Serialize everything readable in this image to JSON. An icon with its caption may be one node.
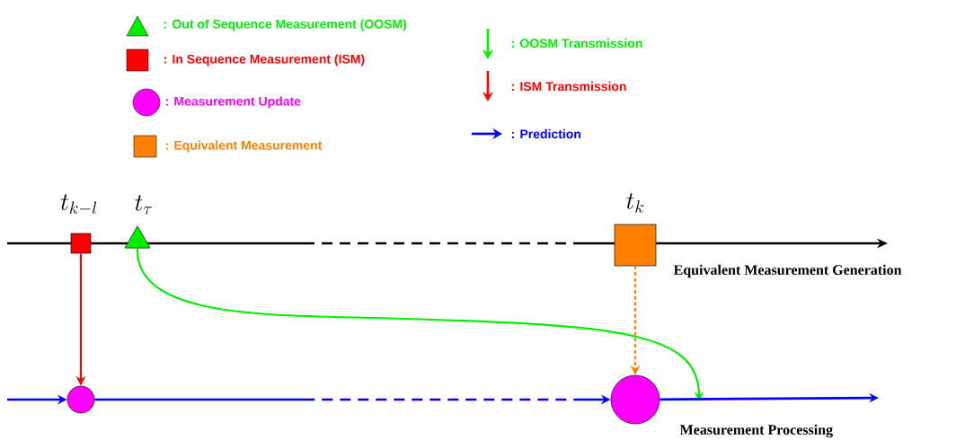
{
  "diagram": {
    "nodes": [
      {
        "text": [],
        "shape": "box",
        "beside": [
          "t_{k-l}"
        ]
      },
      {
        "text": [],
        "shape": "triangle",
        "beside": [
          "t_\\tau"
        ]
      },
      {
        "text": [],
        "shape": "box",
        "beside": [
          "t_k"
        ]
      },
      {
        "text": [],
        "shape": "circle"
      },
      {
        "text": [],
        "shape": "circle"
      }
    ],
    "edges": [
      {
        "from": 0,
        "to": 3,
        "arrow": "to",
        "color": "#ff0000"
      },
      {
        "from": 1,
        "to": null,
        "arrow": "to",
        "color": "#00ee00"
      },
      {
        "from": 2,
        "to": 4,
        "arrow": "to",
        "style": "dashed",
        "color": "#ff8000"
      },
      {
        "from": null,
        "to": 3,
        "arrow": "to",
        "color": "#0000ff"
      },
      {
        "from": 3,
        "to": 4,
        "arrow": "to",
        "style": "dashed",
        "color": "#0000ff"
      },
      {
        "from": 4,
        "to": null,
        "arrow": "to",
        "color": "#0000ff"
      }
    ],
    "labels": [
      "Equivalent Measurement Generation",
      "Measurement Processing"
    ],
    "legend": [
      {
        "text": ":  Out of Sequence Measurement (OOSM)"
      },
      {
        "text": ":  In Sequence Measurement (ISM)"
      },
      {
        "text": ": Measurement Update"
      },
      {
        "text": ": Equivalent Measurement"
      },
      {
        "text": ":  OOSM Transmission"
      },
      {
        "text": ":  ISM Transmission"
      },
      {
        "text": ":  Prediction"
      }
    ]
  }
}
